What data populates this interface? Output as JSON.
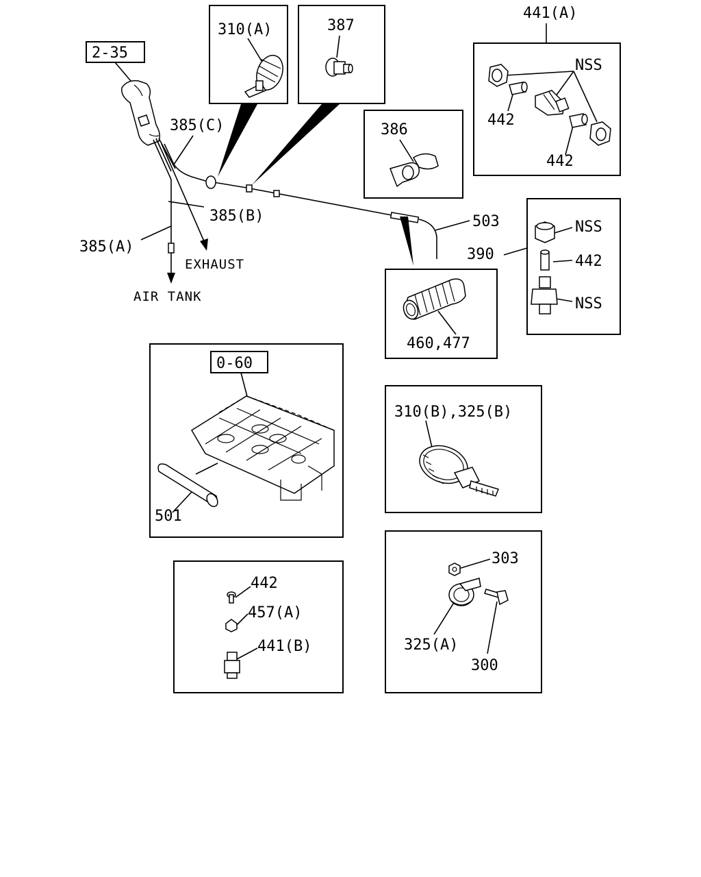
{
  "labels": {
    "ref_2_35": "2-35",
    "ref_0_60": "0-60",
    "p385c": "385(C)",
    "p385b": "385(B)",
    "p385a": "385(A)",
    "exhaust": "EXHAUST",
    "air_tank": "AIR TANK",
    "p310a": "310(A)",
    "p387": "387",
    "p386": "386",
    "p441a": "441(A)",
    "nss": "NSS",
    "p442": "442",
    "p503": "503",
    "p390": "390",
    "p460_477": "460,477",
    "p501": "501",
    "p310b_325b": "310(B),325(B)",
    "p457a": "457(A)",
    "p441b": "441(B)",
    "p303": "303",
    "p325a": "325(A)",
    "p300": "300"
  }
}
